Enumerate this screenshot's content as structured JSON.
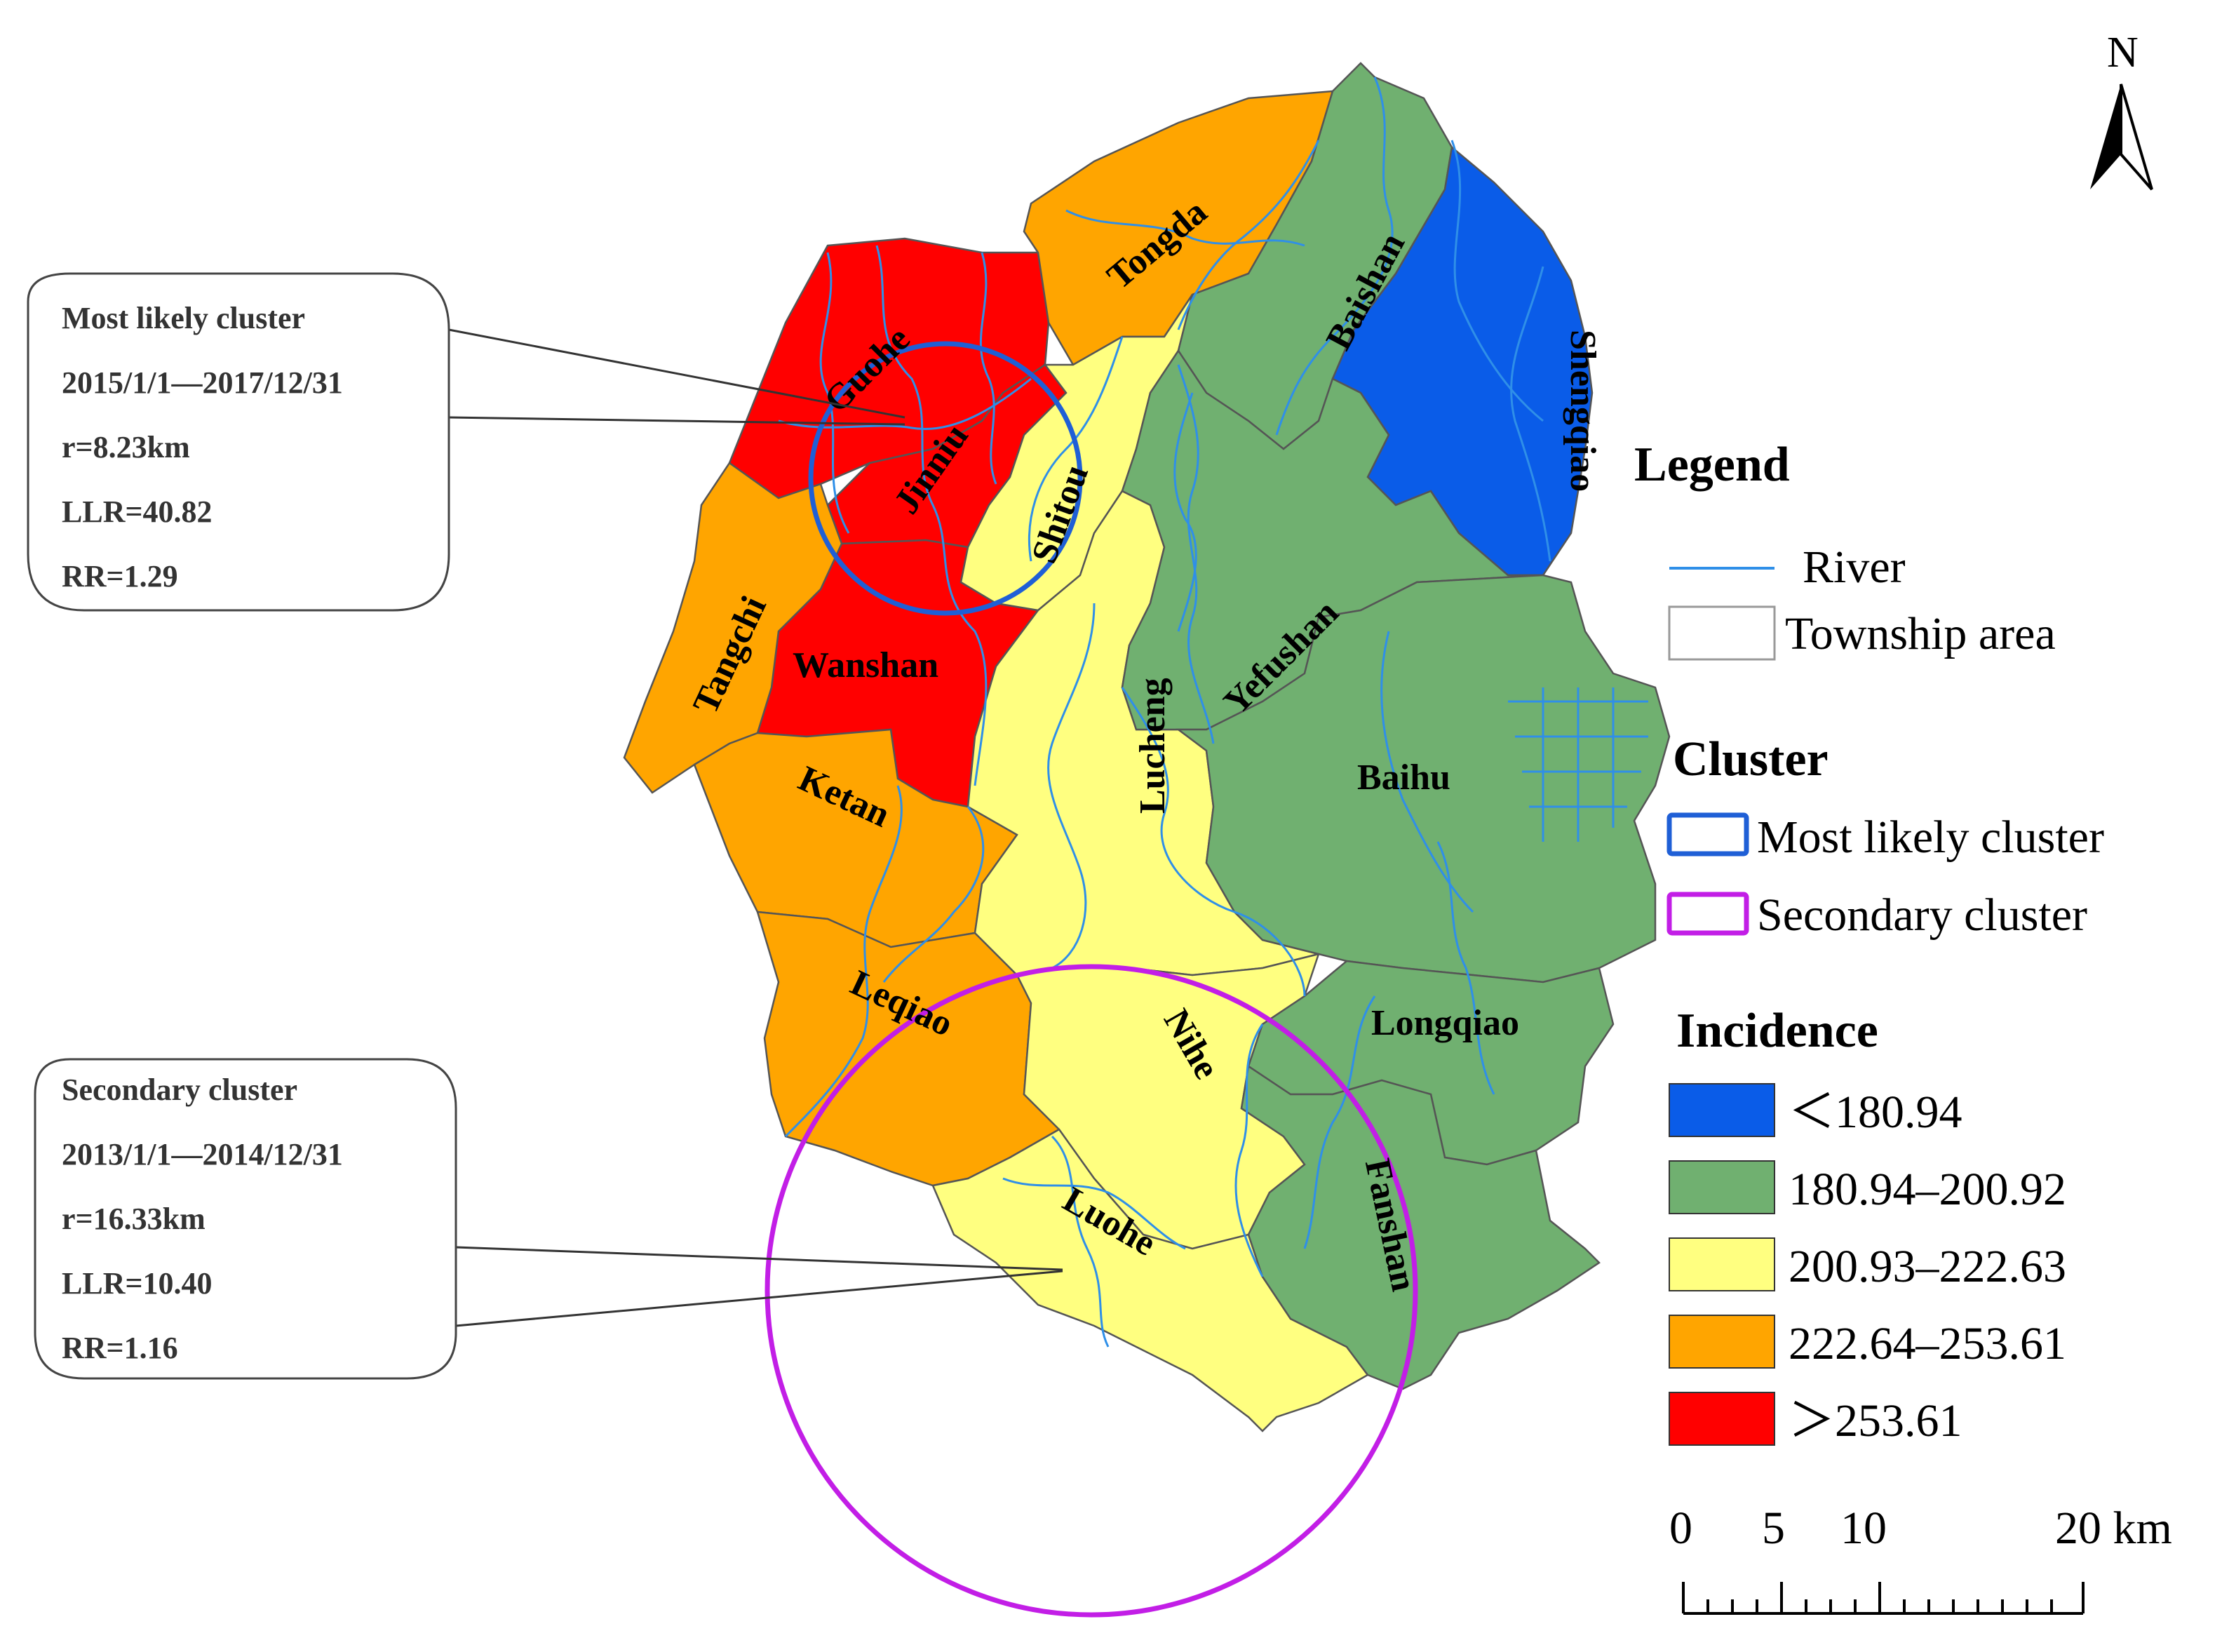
{
  "north_label": "N",
  "townships": [
    {
      "name": "Guohe",
      "class": ">253.61"
    },
    {
      "name": "Jinniu",
      "class": ">253.61"
    },
    {
      "name": "Wanshan",
      "class": ">253.61"
    },
    {
      "name": "Tongda",
      "class": "222.64–253.61"
    },
    {
      "name": "Tangchi",
      "class": "222.64–253.61"
    },
    {
      "name": "Ketan",
      "class": "222.64–253.61"
    },
    {
      "name": "Leqiao",
      "class": "222.64–253.61"
    },
    {
      "name": "Shitou",
      "class": "200.93–222.63"
    },
    {
      "name": "Lucheng",
      "class": "200.93–222.63"
    },
    {
      "name": "Nihe",
      "class": "200.93–222.63"
    },
    {
      "name": "Luohe",
      "class": "200.93–222.63"
    },
    {
      "name": "Baishan",
      "class": "180.94–200.92"
    },
    {
      "name": "Yefushan",
      "class": "180.94–200.92"
    },
    {
      "name": "Baihu",
      "class": "180.94–200.92"
    },
    {
      "name": "Longqiao",
      "class": "180.94–200.92"
    },
    {
      "name": "Fanshan",
      "class": "180.94–200.92"
    },
    {
      "name": "Shengqiao",
      "class": "<180.94"
    }
  ],
  "clusters": {
    "most_likely": {
      "lines": [
        "Most likely cluster",
        "2015/1/1—2017/12/31",
        "r=8.23km",
        "LLR=40.82",
        "RR=1.29"
      ],
      "color": "#1f5fd6"
    },
    "secondary": {
      "lines": [
        "Secondary cluster",
        "2013/1/1—2014/12/31",
        "r=16.33km",
        "LLR=10.40",
        "RR=1.16"
      ],
      "color": "#c21ee6"
    }
  },
  "legend": {
    "title": "Legend",
    "river": "River",
    "township": "Township area",
    "cluster_title": "Cluster",
    "most_likely": "Most likely cluster",
    "secondary": "Secondary cluster",
    "incidence_title": "Incidence",
    "classes": [
      {
        "label": "＜180.94",
        "color": "#0a5ce8"
      },
      {
        "label": "180.94–200.92",
        "color": "#70b070"
      },
      {
        "label": "200.93–222.63",
        "color": "#ffff80"
      },
      {
        "label": "222.64–253.61",
        "color": "#ffa500"
      },
      {
        "label": "＞253.61",
        "color": "#ff0000"
      }
    ]
  },
  "scale": {
    "ticks": [
      "0",
      "5",
      "10",
      "20 km"
    ]
  },
  "colors": {
    "river": "#2f8fe8",
    "outline": "#555555"
  }
}
